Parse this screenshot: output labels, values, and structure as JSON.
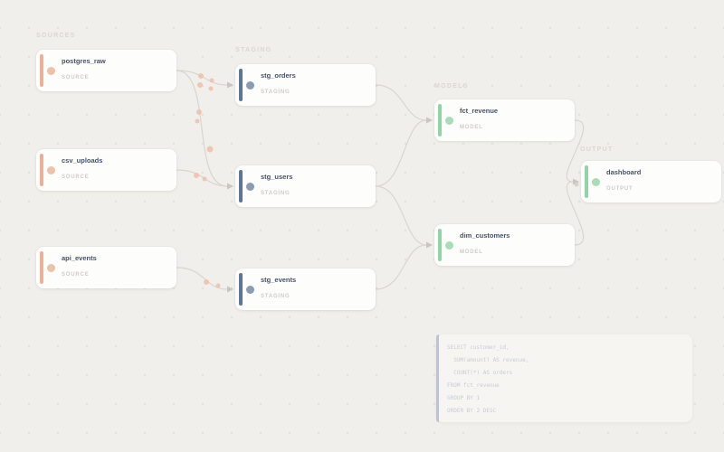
{
  "sections": [
    {
      "id": "sources",
      "label": "SOURCES"
    },
    {
      "id": "staging",
      "label": "STAGING"
    },
    {
      "id": "models",
      "label": "MODELS"
    },
    {
      "id": "output",
      "label": "OUTPUT"
    }
  ],
  "nodes": [
    {
      "id": "postgres_raw",
      "title": "postgres_raw",
      "subtitle": "SOURCE",
      "type": "source"
    },
    {
      "id": "csv_uploads",
      "title": "csv_uploads",
      "subtitle": "SOURCE",
      "type": "source"
    },
    {
      "id": "api_events",
      "title": "api_events",
      "subtitle": "SOURCE",
      "type": "source"
    },
    {
      "id": "stg_orders",
      "title": "stg_orders",
      "subtitle": "STAGING",
      "type": "staging"
    },
    {
      "id": "stg_users",
      "title": "stg_users",
      "subtitle": "STAGING",
      "type": "staging"
    },
    {
      "id": "stg_events",
      "title": "stg_events",
      "subtitle": "STAGING",
      "type": "staging"
    },
    {
      "id": "fct_revenue",
      "title": "fct_revenue",
      "subtitle": "MODEL",
      "type": "model"
    },
    {
      "id": "dim_customers",
      "title": "dim_customers",
      "subtitle": "MODEL",
      "type": "model"
    },
    {
      "id": "dashboard",
      "title": "dashboard",
      "subtitle": "OUTPUT",
      "type": "model"
    }
  ],
  "edges": [
    {
      "from": "postgres_raw",
      "to": "stg_orders"
    },
    {
      "from": "postgres_raw",
      "to": "stg_users"
    },
    {
      "from": "csv_uploads",
      "to": "stg_users"
    },
    {
      "from": "api_events",
      "to": "stg_events"
    },
    {
      "from": "stg_orders",
      "to": "fct_revenue"
    },
    {
      "from": "stg_users",
      "to": "fct_revenue"
    },
    {
      "from": "stg_users",
      "to": "dim_customers"
    },
    {
      "from": "stg_events",
      "to": "dim_customers"
    },
    {
      "from": "fct_revenue",
      "to": "dashboard"
    },
    {
      "from": "dim_customers",
      "to": "dashboard"
    }
  ],
  "sql_panel": {
    "lines": [
      "SELECT customer_id,",
      "  SUM(amount) AS revenue,",
      "  COUNT(*) AS orders",
      "FROM fct_revenue",
      "GROUP BY 1",
      "ORDER BY 2 DESC"
    ]
  },
  "colors": {
    "background": "#f1efeb",
    "source_accent": "#ecb096",
    "staging_accent": "#5e7594",
    "model_accent": "#90d5a6",
    "edge": "#d9d6d0",
    "flow_dot": "#eec3ac"
  }
}
